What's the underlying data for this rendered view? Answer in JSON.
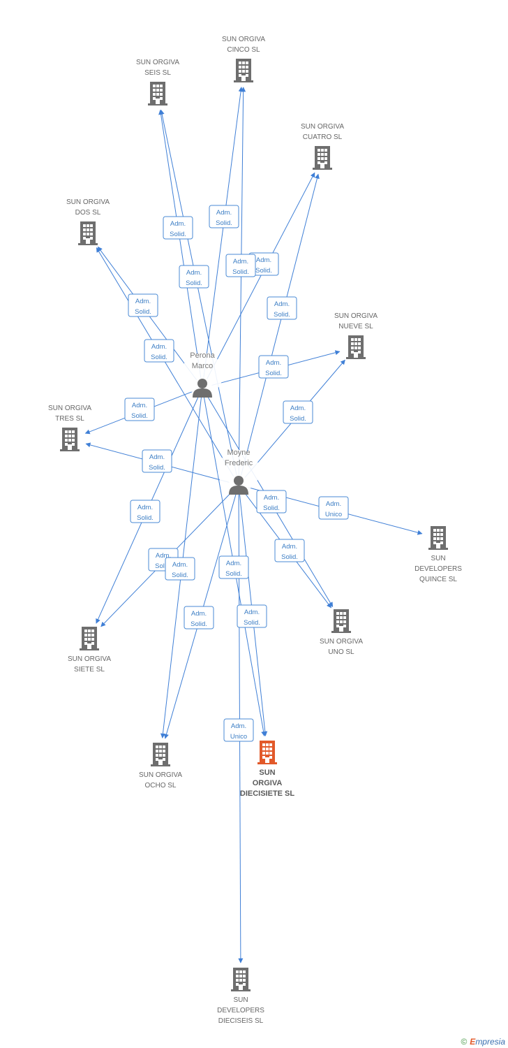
{
  "colors": {
    "edge": "#3f7fd6",
    "company": "#6e6e6e",
    "focus_company": "#e2592a",
    "person": "#6e6e6e"
  },
  "persons": [
    {
      "id": "perona",
      "lines": [
        "Perona",
        "Marco"
      ],
      "icon": "person-icon"
    },
    {
      "id": "moyne",
      "lines": [
        "Moyne",
        "Frederic"
      ],
      "icon": "person-icon"
    }
  ],
  "companies": [
    {
      "id": "cinco",
      "lines": [
        "SUN ORGIVA",
        "CINCO SL"
      ],
      "icon": "building-icon"
    },
    {
      "id": "seis",
      "lines": [
        "SUN ORGIVA",
        "SEIS SL"
      ],
      "icon": "building-icon"
    },
    {
      "id": "cuatro",
      "lines": [
        "SUN ORGIVA",
        "CUATRO SL"
      ],
      "icon": "building-icon"
    },
    {
      "id": "dos",
      "lines": [
        "SUN ORGIVA",
        "DOS SL"
      ],
      "icon": "building-icon"
    },
    {
      "id": "nueve",
      "lines": [
        "SUN ORGIVA",
        "NUEVE SL"
      ],
      "icon": "building-icon"
    },
    {
      "id": "tres",
      "lines": [
        "SUN ORGIVA",
        "TRES SL"
      ],
      "icon": "building-icon"
    },
    {
      "id": "quince",
      "lines": [
        "SUN",
        "DEVELOPERS",
        "QUINCE SL"
      ],
      "icon": "building-icon"
    },
    {
      "id": "uno",
      "lines": [
        "SUN ORGIVA",
        "UNO SL"
      ],
      "icon": "building-icon"
    },
    {
      "id": "siete",
      "lines": [
        "SUN ORGIVA",
        "SIETE SL"
      ],
      "icon": "building-icon"
    },
    {
      "id": "ocho",
      "lines": [
        "SUN ORGIVA",
        "OCHO SL"
      ],
      "icon": "building-icon"
    },
    {
      "id": "diecisiete",
      "lines": [
        "SUN",
        "ORGIVA",
        "DIECISIETE SL"
      ],
      "icon": "building-icon",
      "focus": true
    },
    {
      "id": "dieciseis",
      "lines": [
        "SUN",
        "DEVELOPERS",
        "DIECISEIS SL"
      ],
      "icon": "building-icon"
    }
  ],
  "edges": [
    {
      "from": "perona",
      "to": "seis",
      "label": [
        "Adm.",
        "Solid."
      ]
    },
    {
      "from": "perona",
      "to": "cinco",
      "label": [
        "Adm.",
        "Solid."
      ]
    },
    {
      "from": "perona",
      "to": "cuatro",
      "label": [
        "Adm.",
        "Solid."
      ]
    },
    {
      "from": "perona",
      "to": "dos",
      "label": [
        "Adm.",
        "Solid."
      ]
    },
    {
      "from": "perona",
      "to": "nueve",
      "label": [
        "Adm.",
        "Solid."
      ]
    },
    {
      "from": "perona",
      "to": "tres",
      "label": [
        "Adm.",
        "Solid."
      ]
    },
    {
      "from": "perona",
      "to": "uno",
      "label": [
        "Adm.",
        "Solid."
      ]
    },
    {
      "from": "perona",
      "to": "siete",
      "label": [
        "Adm.",
        "Solid."
      ]
    },
    {
      "from": "perona",
      "to": "ocho",
      "label": [
        "Adm.",
        "Solid."
      ]
    },
    {
      "from": "perona",
      "to": "diecisiete",
      "label": [
        "Adm.",
        "Solid."
      ]
    },
    {
      "from": "moyne",
      "to": "seis",
      "label": [
        "Adm.",
        "Solid."
      ]
    },
    {
      "from": "moyne",
      "to": "cinco",
      "label": [
        "Adm.",
        "Solid."
      ]
    },
    {
      "from": "moyne",
      "to": "cuatro",
      "label": [
        "Adm.",
        "Solid."
      ]
    },
    {
      "from": "moyne",
      "to": "dos",
      "label": [
        "Adm.",
        "Solid."
      ]
    },
    {
      "from": "moyne",
      "to": "nueve",
      "label": [
        "Adm.",
        "Solid."
      ]
    },
    {
      "from": "moyne",
      "to": "tres",
      "label": [
        "Adm.",
        "Solid."
      ]
    },
    {
      "from": "moyne",
      "to": "quince",
      "label": [
        "Adm.",
        "Unico"
      ]
    },
    {
      "from": "moyne",
      "to": "uno",
      "label": [
        "Adm.",
        "Solid."
      ]
    },
    {
      "from": "moyne",
      "to": "siete",
      "label": [
        "Adm.",
        "Solid."
      ]
    },
    {
      "from": "moyne",
      "to": "ocho",
      "label": [
        "Adm.",
        "Solid."
      ]
    },
    {
      "from": "moyne",
      "to": "diecisiete",
      "label": [
        "Adm.",
        "Solid."
      ]
    },
    {
      "from": "moyne",
      "to": "dieciseis",
      "label": [
        "Adm.",
        "Unico"
      ]
    }
  ],
  "footer": {
    "copyright": "©",
    "brand_initial": "E",
    "brand_rest": "mpresia"
  }
}
